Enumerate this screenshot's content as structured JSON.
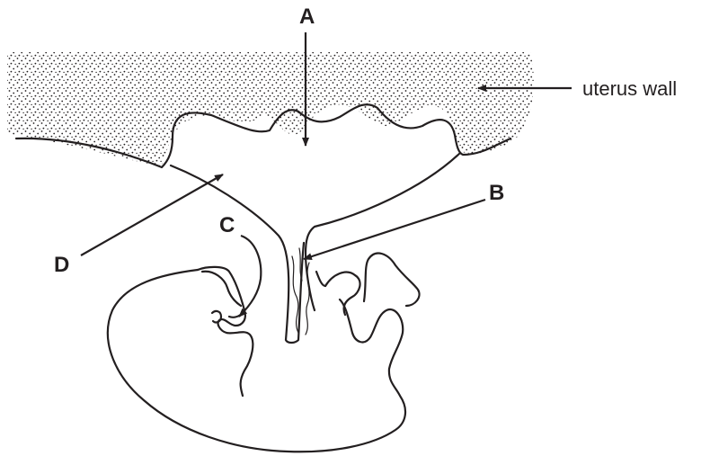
{
  "labels": {
    "a": "A",
    "b": "B",
    "c": "C",
    "d": "D",
    "uterus_wall": "uterus wall"
  },
  "colors": {
    "ink": "#231f20",
    "background": "#ffffff"
  }
}
